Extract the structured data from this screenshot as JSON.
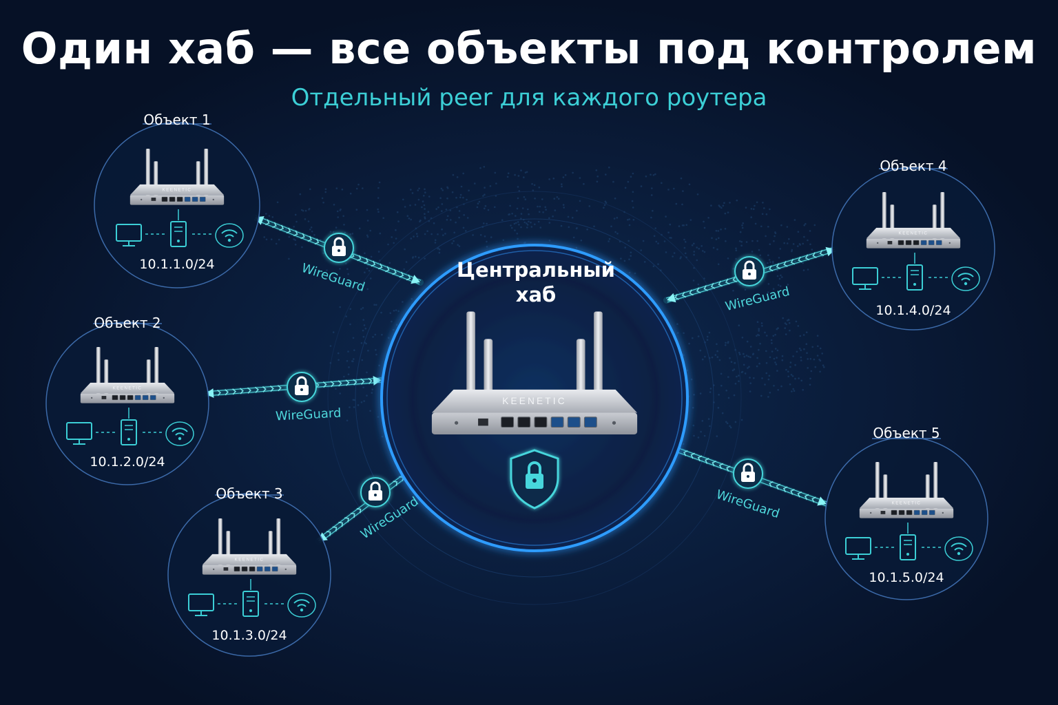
{
  "title": "Один хаб — все объекты под контролем",
  "subtitle": "Отдельный peer для каждого роутера",
  "hub": {
    "label_line1": "Центральный",
    "label_line2": "хаб",
    "brand": "KEENETIC"
  },
  "tunnel_label": "WireGuard",
  "sites": [
    {
      "name": "Объект 1",
      "network": "10.1.1.0/24",
      "brand": "KEENETIC"
    },
    {
      "name": "Объект 2",
      "network": "10.1.2.0/24",
      "brand": "KEENETIC"
    },
    {
      "name": "Объект 3",
      "network": "10.1.3.0/24",
      "brand": "KEENETIC"
    },
    {
      "name": "Объект 4",
      "network": "10.1.4.0/24",
      "brand": "KEENETIC"
    },
    {
      "name": "Объект 5",
      "network": "10.1.5.0/24",
      "brand": "KEENETIC"
    }
  ],
  "device_icons": [
    "monitor-icon",
    "server-icon",
    "wifi-icon"
  ],
  "colors": {
    "background": "#071329",
    "accent": "#3ccfd6",
    "glow": "#2b8cff",
    "text": "#ffffff"
  }
}
